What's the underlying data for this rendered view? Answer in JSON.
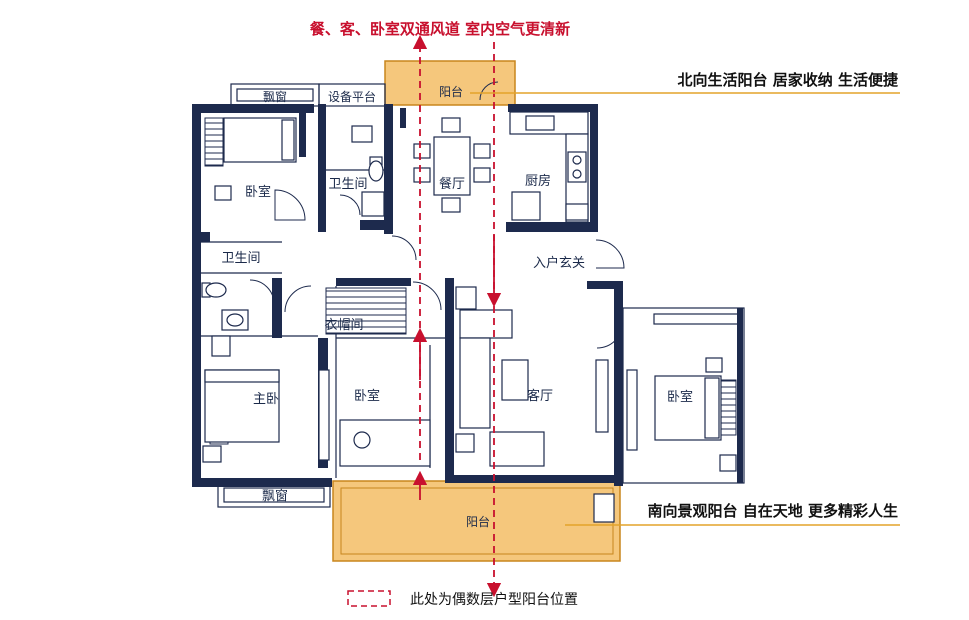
{
  "headline": "餐、客、卧室双通风道 室内空气更清新",
  "callouts": {
    "north": "北向生活阳台 居家收纳 生活便捷",
    "south": "南向景观阳台 自在天地 更多精彩人生"
  },
  "legend": "此处为偶数层户型阳台位置",
  "rooms": {
    "bay_window_top": "飘窗",
    "equipment": "设备平台",
    "balcony_north": "阳台",
    "bedroom_nw": "卧室",
    "bath_upper": "卫生间",
    "dining": "餐厅",
    "kitchen": "厨房",
    "bath_lower": "卫生间",
    "entrance": "入户玄关",
    "cloakroom": "衣帽间",
    "master": "主卧",
    "bedroom_mid": "卧室",
    "living": "客厅",
    "bedroom_east": "卧室",
    "bay_window_bottom": "飘窗",
    "balcony_south": "阳台"
  },
  "colors": {
    "wall": "#1d2a4d",
    "balcony_fill": "#f5c77c",
    "callout_line": "#e4a42a",
    "arrow": "#c8102e",
    "headline": "#c8102e"
  },
  "icons": [
    "airflow-arrow",
    "door-swing",
    "bed",
    "sofa",
    "dining-table",
    "toilet",
    "sink",
    "stove",
    "wardrobe"
  ]
}
